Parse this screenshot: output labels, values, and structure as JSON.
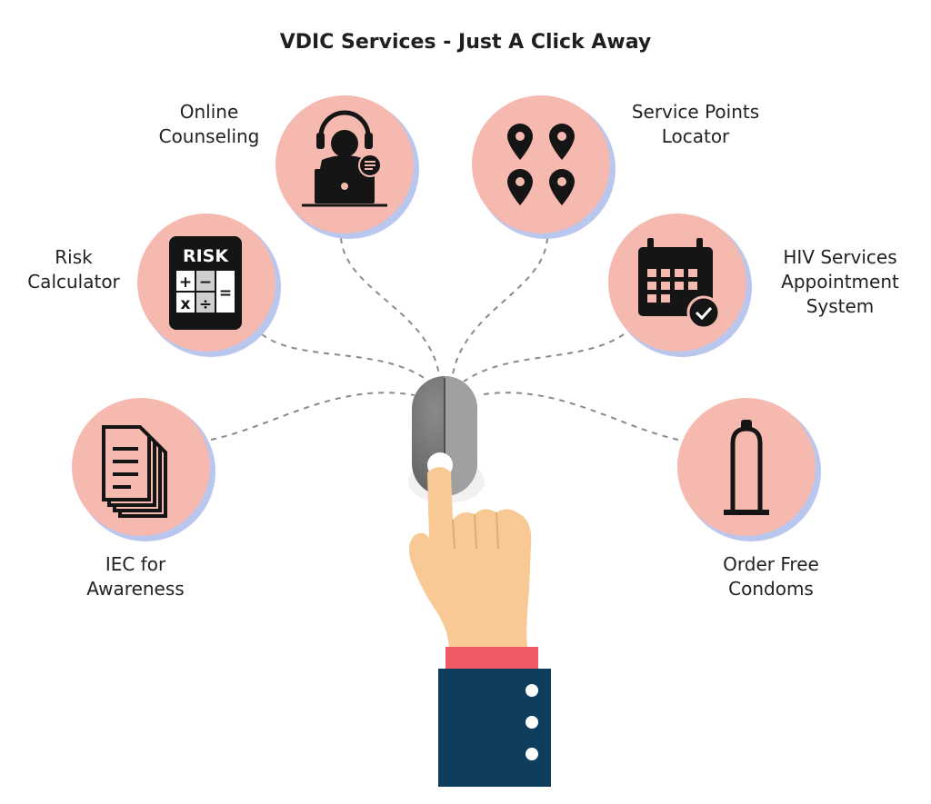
{
  "title": "VDIC Services - Just A Click Away",
  "colors": {
    "circle_fill": "#f6b9b0",
    "circle_shadow": "#b9c6ee",
    "icon": "#151515",
    "dash": "#8a8a8a",
    "mouse_dark": "#6b6b6b",
    "mouse_light": "#9a9a9a",
    "hand": "#f8c994",
    "cuff": "#ef5a66",
    "sleeve": "#0f3d5e"
  },
  "services": {
    "online_counseling": {
      "line1": "Online",
      "line2": "Counseling",
      "icon": "counselor-headset-icon"
    },
    "service_points_locator": {
      "line1": "Service Points",
      "line2": "Locator",
      "icon": "map-pins-icon"
    },
    "risk_calculator": {
      "line1": "Risk",
      "line2": "Calculator",
      "icon": "risk-calculator-icon",
      "badge": "RISK",
      "ops": [
        "+",
        "−",
        "x",
        "÷",
        "="
      ]
    },
    "hiv_appointment": {
      "line1": "HIV Services",
      "line2": "Appointment",
      "line3": "System",
      "icon": "calendar-check-icon"
    },
    "iec_awareness": {
      "line1": "IEC for",
      "line2": "Awareness",
      "icon": "documents-icon"
    },
    "order_condoms": {
      "line1": "Order Free",
      "line2": "Condoms",
      "icon": "condom-icon"
    }
  },
  "center": {
    "icon": "mouse-click-hand-icon"
  }
}
